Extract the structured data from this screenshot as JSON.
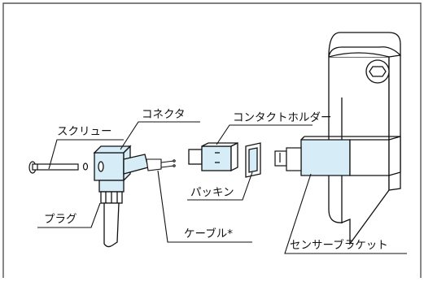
{
  "labels": {
    "screw": "スクリュー",
    "connector": "コネクタ",
    "contact_holder": "コンタクトホルダー",
    "plug": "プラグ",
    "cable": "ケーブル*",
    "packing": "パッキン",
    "sensor_bracket": "センサーブラケット"
  },
  "colors": {
    "part_fill": "#d6edf7",
    "outline": "#111111",
    "frame": "#555555",
    "background": "#ffffff"
  }
}
